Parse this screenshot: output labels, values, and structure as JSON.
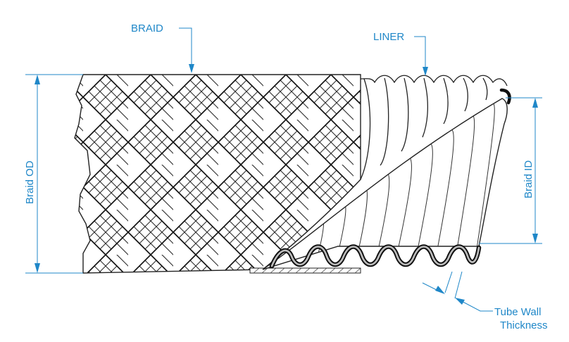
{
  "labels": {
    "braid": "BRAID",
    "liner": "LINER",
    "braid_od": "Braid OD",
    "braid_id": "Braid ID",
    "tube_wall_line1": "Tube Wall",
    "tube_wall_line2": "Thickness"
  },
  "colors": {
    "dimension": "#1f87c8",
    "drawing": "#222222",
    "background": "#ffffff"
  }
}
